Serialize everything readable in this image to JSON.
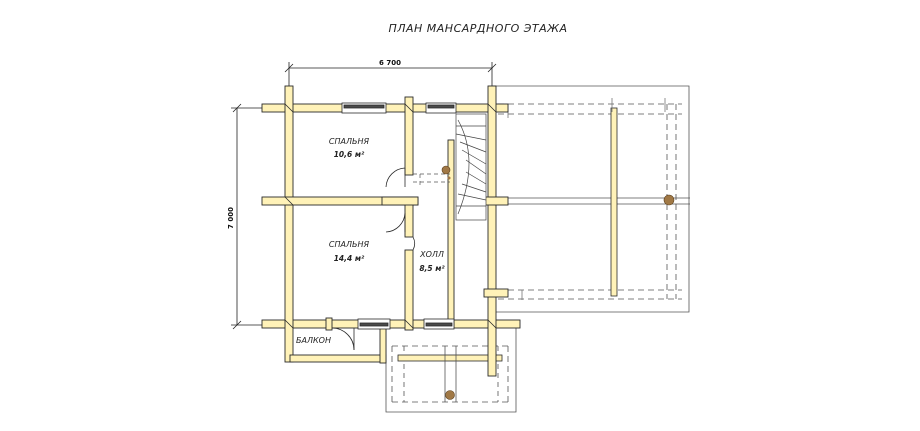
{
  "plan": {
    "title": "ПЛАН МАНСАРДНОГО ЭТАЖА",
    "dimensions": {
      "width": "6 700",
      "depth": "7 000"
    },
    "rooms": {
      "bedroom_top": {
        "name": "СПАЛЬНЯ",
        "area": "10,6",
        "unit": "м²"
      },
      "bedroom_bottom": {
        "name": "СПАЛЬНЯ",
        "area": "14,4",
        "unit": "м²"
      },
      "hall": {
        "name": "ХОЛЛ",
        "area": "8,5",
        "unit": "м²"
      },
      "balcony": {
        "name": "БАЛКОН"
      }
    },
    "colors": {
      "wall": "#fff2b8",
      "line": "#2a2a2a",
      "post": "#a07845",
      "window": "#4a4a4a"
    }
  }
}
